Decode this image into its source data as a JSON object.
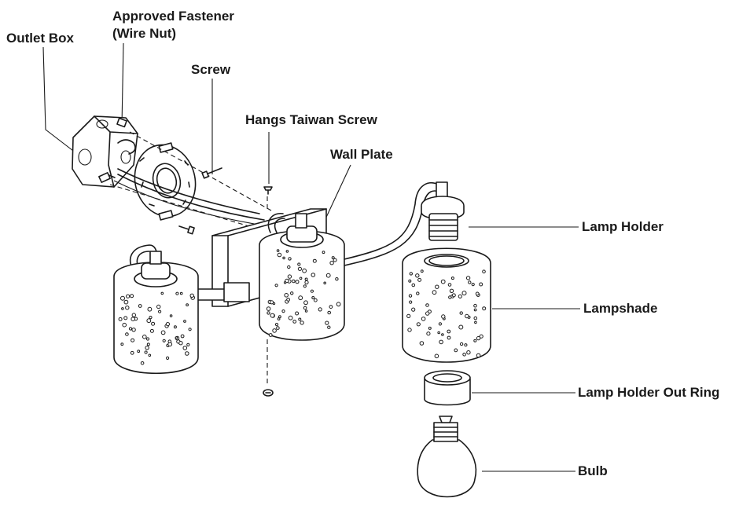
{
  "labels": {
    "outlet_box": "Outlet Box",
    "approved_fastener_line1": "Approved Fastener",
    "approved_fastener_line2": "(Wire Nut)",
    "screw": "Screw",
    "hangs_screw": "Hangs Taiwan Screw",
    "wall_plate": "Wall Plate",
    "lamp_holder": "Lamp Holder",
    "lampshade": "Lampshade",
    "lamp_holder_out_ring": "Lamp Holder Out Ring",
    "bulb": "Bulb"
  }
}
